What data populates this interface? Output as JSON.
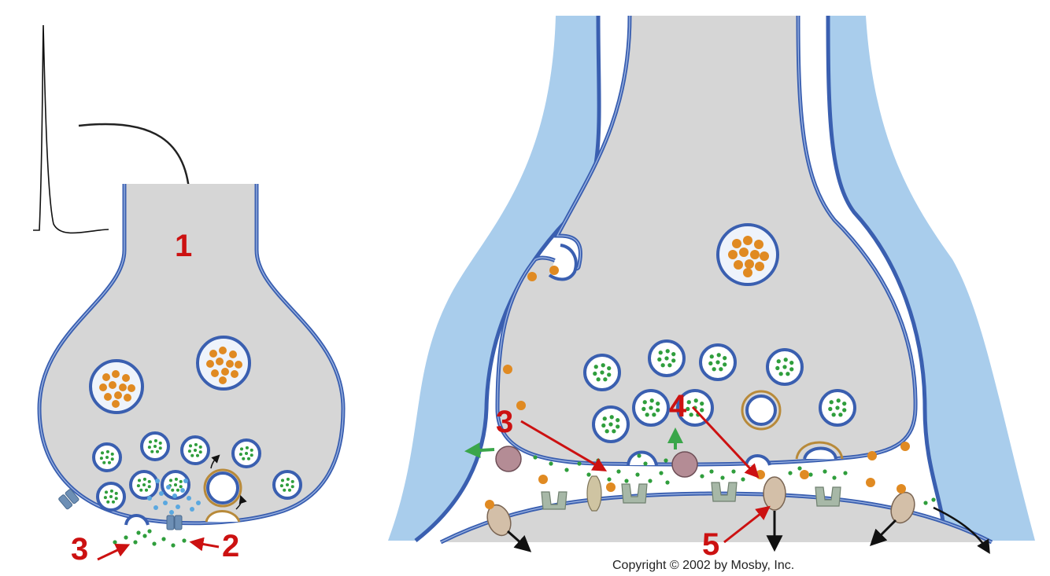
{
  "labels": {
    "left_1": "1",
    "left_2": "2",
    "left_3": "3",
    "right_3": "3",
    "right_4": "4",
    "right_5": "5"
  },
  "copyright": "Copyright © 2002 by Mosby, Inc.",
  "colors": {
    "cytoplasm": "#d6d6d6",
    "membrane": "#3a5fb0",
    "glia": "#a9cdec",
    "transmitter_green": "#2f9e3c",
    "peptide_orange": "#e08a22",
    "label_red": "#cc1111",
    "receptor_tan": "#c9b39a",
    "transporter_pink": "#b48c95",
    "channel_gray": "#9fb0a0"
  },
  "icons": {
    "action_potential": "action-potential-trace-icon",
    "arrow": "arrow-icon"
  }
}
